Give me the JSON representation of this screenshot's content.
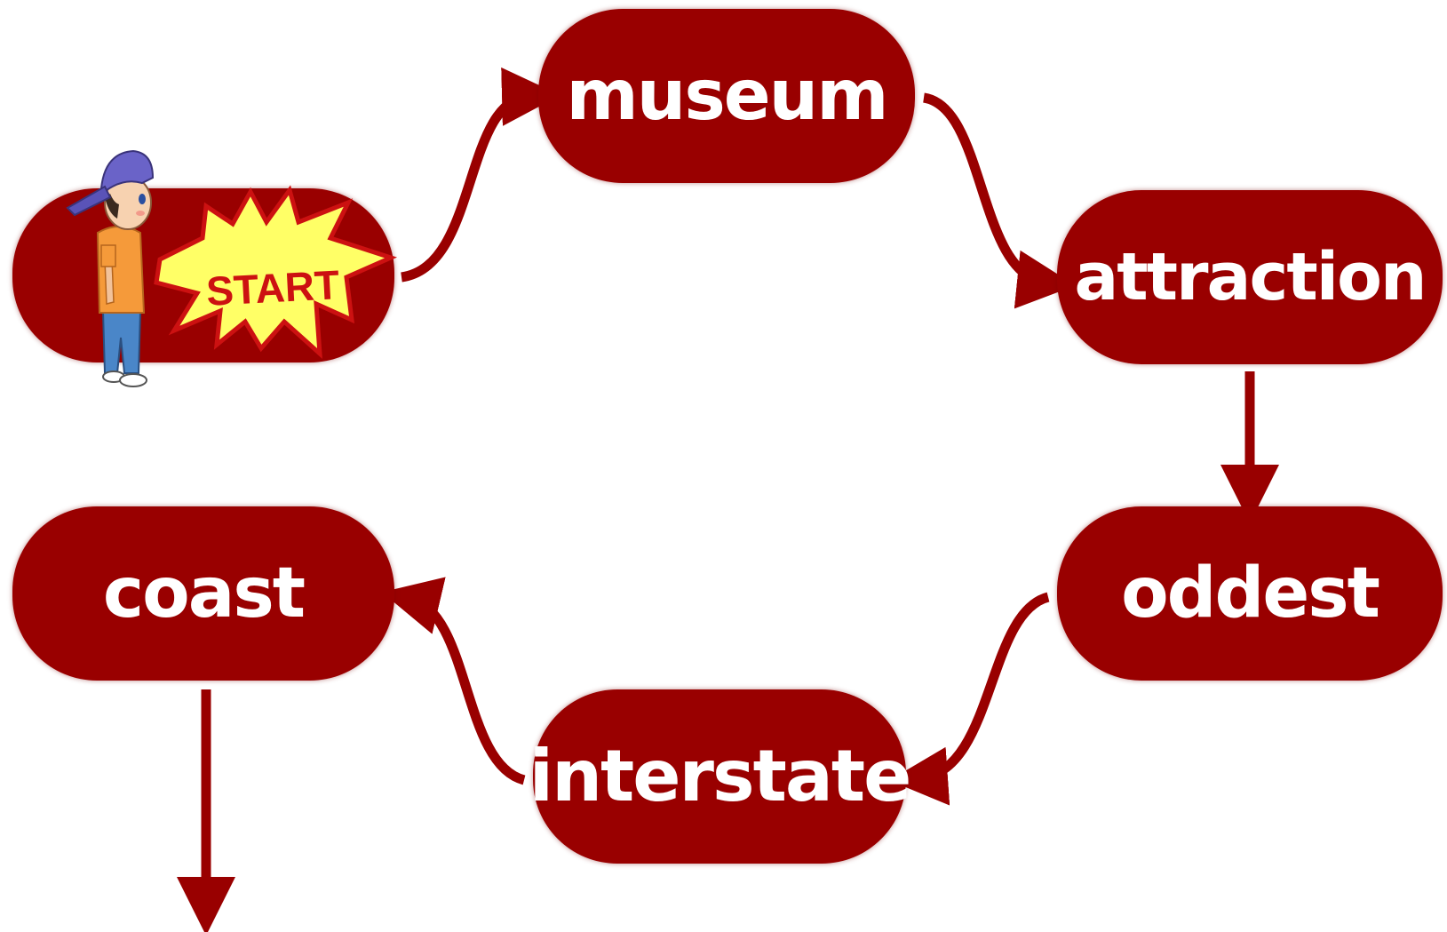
{
  "colors": {
    "node_fill": "#990000",
    "arrow": "#990000",
    "text": "#ffffff",
    "starburst_fill": "#ffff66",
    "starburst_stroke": "#cc1111"
  },
  "start_badge": {
    "label": "START",
    "icon": "boy-with-cap-icon"
  },
  "nodes": {
    "museum": "museum",
    "attraction": "attraction",
    "oddest": "oddest",
    "interstate": "interstate",
    "coast": "coast"
  },
  "path_order": [
    "START",
    "museum",
    "attraction",
    "oddest",
    "interstate",
    "coast"
  ]
}
